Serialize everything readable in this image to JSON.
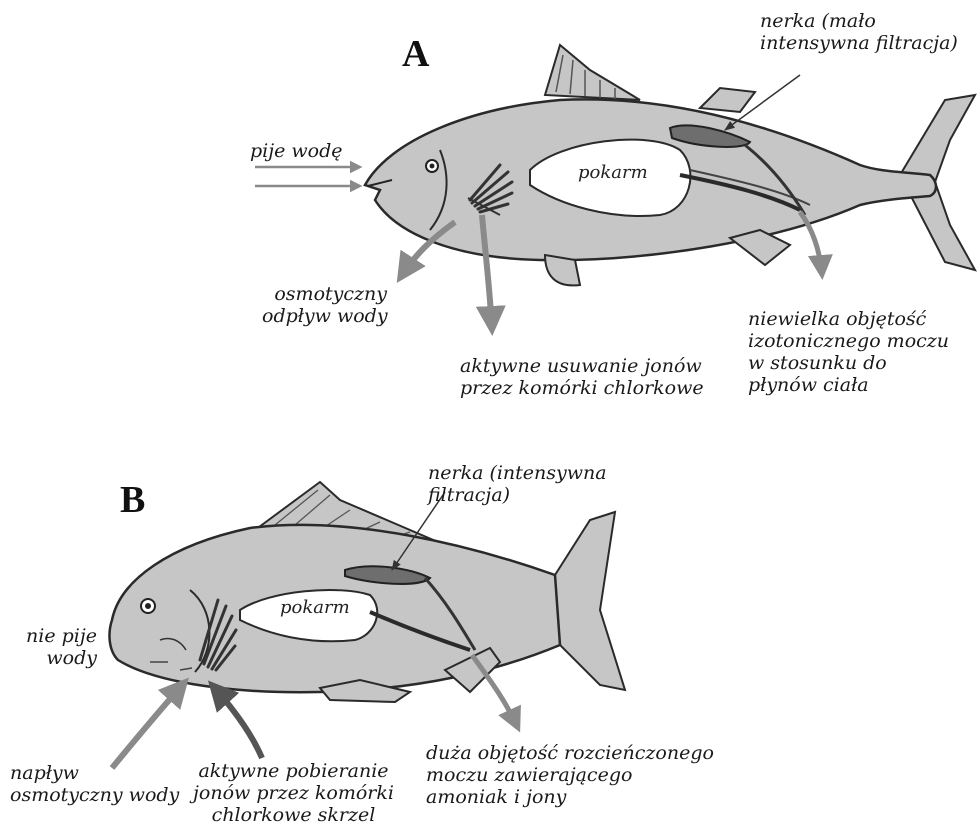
{
  "panel_a": {
    "letter": "A",
    "kidney_label": [
      "nerka (mało",
      "intensywna filtracja)"
    ],
    "drinks_label": "pije wodę",
    "food_label": "pokarm",
    "osmotic_outflow_label": [
      "osmotyczny",
      "odpływ wody"
    ],
    "ion_removal_label": [
      "aktywne usuwanie jonów",
      "przez komórki chlorkowe"
    ],
    "urine_label": [
      "niewielka objętość",
      "izotonicznego moczu",
      "w stosunku do",
      "płynów ciała"
    ]
  },
  "panel_b": {
    "letter": "B",
    "kidney_label": [
      "nerka (intensywna",
      "filtracja)"
    ],
    "no_drink_label": [
      "nie pije",
      "wody"
    ],
    "food_label": "pokarm",
    "osmotic_inflow_label": [
      "napływ",
      "osmotyczny wody"
    ],
    "ion_uptake_label": [
      "aktywne pobieranie",
      "jonów przez komórki",
      "chlorkowe skrzel"
    ],
    "urine_label": [
      "duża objętość rozcieńczonego",
      "moczu zawierającego",
      "amoniak i jony"
    ]
  },
  "colors": {
    "fish_body": "#c6c6c6",
    "outline": "#2a2a2a",
    "arrow_gray": "#8a8a8a",
    "arrow_dark": "#555555"
  }
}
